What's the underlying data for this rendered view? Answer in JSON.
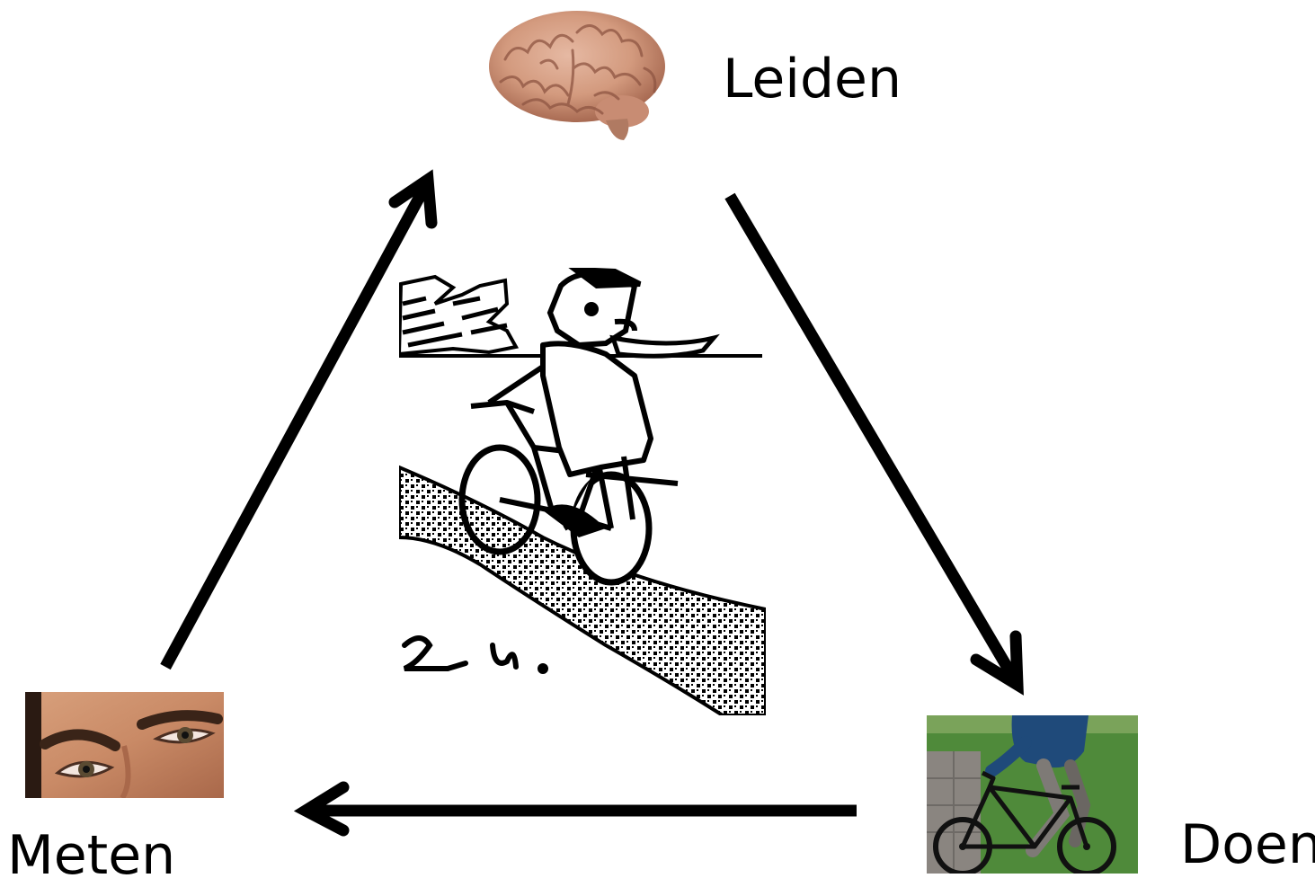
{
  "diagram": {
    "nodes": [
      {
        "id": "leiden",
        "label": "Leiden",
        "image": "brain"
      },
      {
        "id": "doen",
        "label": "Doen",
        "image": "person-cycling-photo"
      },
      {
        "id": "meten",
        "label": "Meten",
        "image": "eyes"
      }
    ],
    "edges": [
      {
        "from": "leiden",
        "to": "doen"
      },
      {
        "from": "doen",
        "to": "meten"
      },
      {
        "from": "meten",
        "to": "leiden"
      }
    ],
    "center_image": "cartoon-cyclist-on-road",
    "center_image_signature": "2. u.",
    "colors": {
      "arrow": "#000000",
      "text": "#000000",
      "background": "#ffffff"
    }
  }
}
